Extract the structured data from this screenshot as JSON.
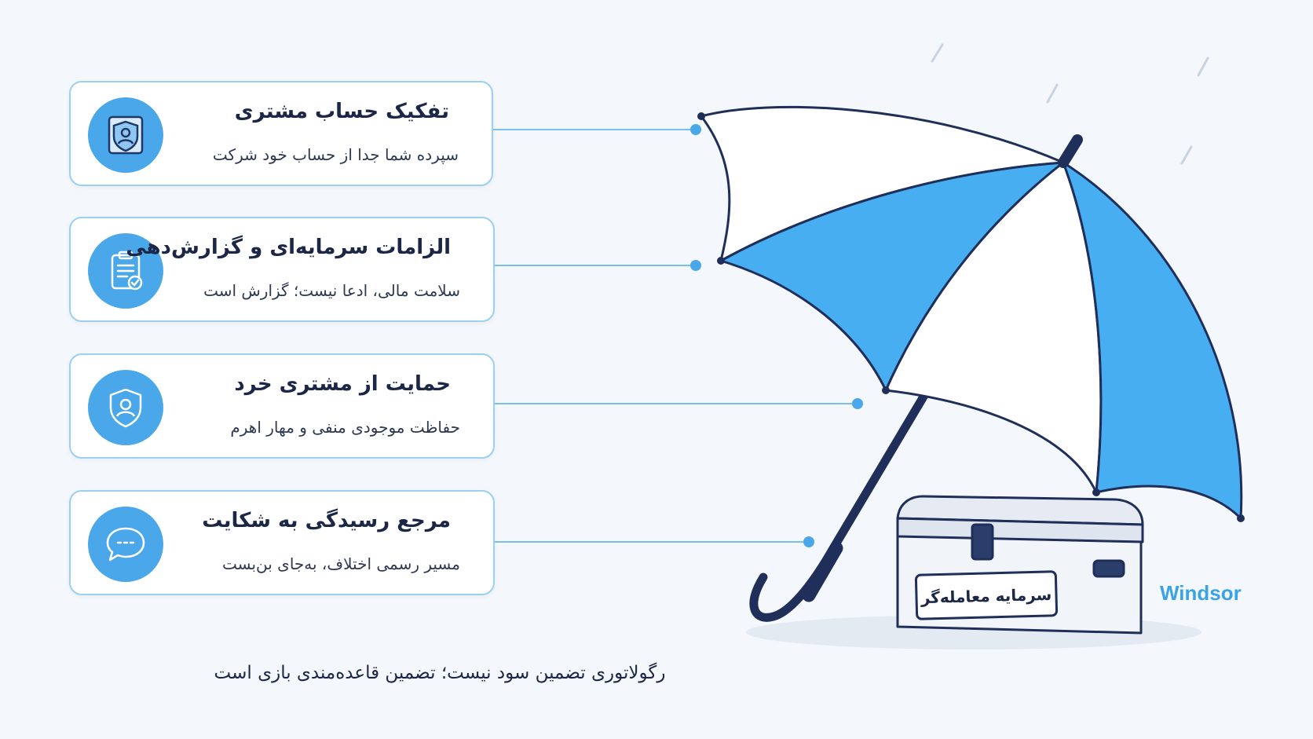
{
  "items": [
    {
      "title": "تفکیک حساب مشتری",
      "desc": "سپرده شما جدا از حساب خود شرکت",
      "icon": "shield-user-icon"
    },
    {
      "title": "الزامات سرمایه‌ای و گزارش‌دهی",
      "desc": "سلامت مالی، ادعا نیست؛ گزارش است",
      "icon": "clipboard-check-icon"
    },
    {
      "title": "حمایت از مشتری خرد",
      "desc": "حفاظت موجودی منفی و مهار اهرم",
      "icon": "shield-person-icon"
    },
    {
      "title": "مرجع رسیدگی به شکایت",
      "desc": "مسیر رسمی اختلاف، به‌جای بن‌بست",
      "icon": "chat-bubble-icon"
    }
  ],
  "chest_label": "سرمایه معامله‌گر",
  "brand": "Windsor",
  "footer": "رگولاتوری تضمین سود نیست؛ تضمین قاعده‌مندی بازی است",
  "colors": {
    "accent_blue": "#4aa8ea",
    "navy": "#1c2747",
    "card_border": "#9ccff0",
    "umbrella_blue": "#47aef2",
    "brand": "#3aa3e8"
  }
}
